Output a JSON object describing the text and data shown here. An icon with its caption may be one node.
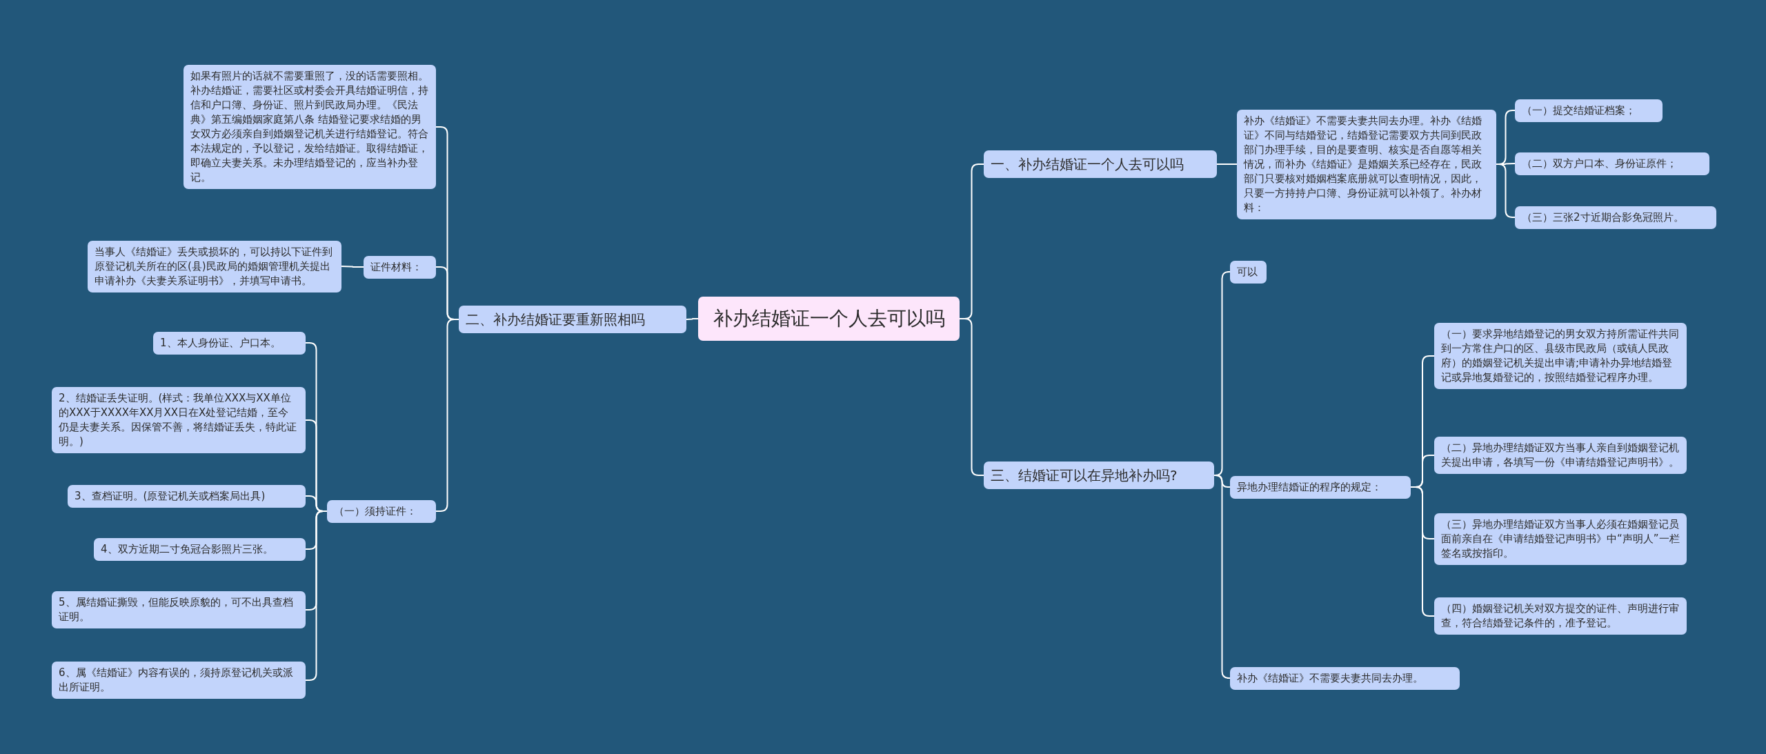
{
  "diagram": {
    "nodes": [
      {
        "text": [
          "补办结婚证一个人去可以吗"
        ]
      },
      {
        "text": [
          "一、补办结婚证一个人去可以吗"
        ]
      },
      {
        "text": [
          "补办《结婚证》不需要夫妻共同去办理。补办《结婚证》不同与结婚登记，结婚登记需要双方共同到民政部门办理手续，目的是要查明、核实是否自愿等相关情况，而补办《结婚证》是婚姻关系已经存在，民政部门只要核对婚姻档案底册就可以查明情况，因此，只要一方持持户口簿、身份证就可以补领了。补办材料："
        ]
      },
      {
        "text": [
          "（一）提交结婚证档案；"
        ]
      },
      {
        "text": [
          "（二）双方户口本、身份证原件；"
        ]
      },
      {
        "text": [
          "（三）三张2寸近期合影免冠照片。"
        ]
      },
      {
        "text": [
          "二、补办结婚证要重新照相吗"
        ]
      },
      {
        "text": [
          "证件材料："
        ]
      },
      {
        "text": [
          "如果有照片的话就不需要重照了，没的话需要照相。补办结婚证，需要社区或村委会开具结婚证明信，持信和户口簿、身份证、照片到民政局办理。《民法典》第五编婚姻家庭第八条 结婚登记要求结婚的男女双方必须亲自到婚姻登记机关进行结婚登记。符合本法规定的，予以登记，发给结婚证。取得结婚证，即确立夫妻关系。未办理结婚登记的，应当补办登记。"
        ]
      },
      {
        "text": [
          "当事人《结婚证》丢失或损坏的，可以持以下证件到原登记机关所在的区(县)民政局的婚姻管理机关提出申请补办《夫妻关系证明书》，并填写申请书。"
        ]
      },
      {
        "text": [
          "（一）须持证件："
        ]
      },
      {
        "text": [
          "1、本人身份证、户口本。"
        ]
      },
      {
        "text": [
          "2、结婚证丢失证明。(样式：我单位XXX与XX单位的XXX于XXXX年XX月XX日在X处登记结婚，至今仍是夫妻关系。因保管不善，将结婚证丢失，特此证明。)"
        ]
      },
      {
        "text": [
          "3、查档证明。(原登记机关或档案局出具)"
        ]
      },
      {
        "text": [
          "4、双方近期二寸免冠合影照片三张。"
        ]
      },
      {
        "text": [
          "5、属结婚证撕毁，但能反映原貌的，可不出具查档证明。"
        ]
      },
      {
        "text": [
          "6、属《结婚证》内容有误的，须持原登记机关或派出所证明。"
        ]
      },
      {
        "text": [
          "三、结婚证可以在异地补办吗?"
        ]
      },
      {
        "text": [
          "可以"
        ]
      },
      {
        "text": [
          "异地办理结婚证的程序的规定："
        ]
      },
      {
        "text": [
          "（一）要求异地结婚登记的男女双方持所需证件共同到一方常住户口的区、县级市民政局（或镇人民政府）的婚姻登记机关提出申请;申请补办异地结婚登记或异地复婚登记的，按照结婚登记程序办理。"
        ]
      },
      {
        "text": [
          "（二）异地办理结婚证双方当事人亲自到婚姻登记机关提出申请，各填写一份《申请结婚登记声明书》。"
        ]
      },
      {
        "text": [
          "（三）异地办理结婚证双方当事人必须在婚姻登记员面前亲自在《申请结婚登记声明书》中“声明人”一栏签名或按指印。"
        ]
      },
      {
        "text": [
          "（四）婚姻登记机关对双方提交的证件、声明进行审查，符合结婚登记条件的，准予登记。"
        ]
      },
      {
        "text": [
          "补办《结婚证》不需要夫妻共同去办理。"
        ]
      }
    ],
    "edges": [
      {
        "from": 0,
        "to": 1,
        "arrow": "none"
      },
      {
        "from": 1,
        "to": 2,
        "arrow": "none"
      },
      {
        "from": 2,
        "to": 3,
        "arrow": "none"
      },
      {
        "from": 2,
        "to": 4,
        "arrow": "none"
      },
      {
        "from": 2,
        "to": 5,
        "arrow": "none"
      },
      {
        "from": 0,
        "to": 6,
        "arrow": "none"
      },
      {
        "from": 6,
        "to": 7,
        "arrow": "none"
      },
      {
        "from": 6,
        "to": 8,
        "arrow": "none"
      },
      {
        "from": 7,
        "to": 9,
        "arrow": "none"
      },
      {
        "from": 6,
        "to": 10,
        "arrow": "none"
      },
      {
        "from": 10,
        "to": 11,
        "arrow": "none"
      },
      {
        "from": 10,
        "to": 12,
        "arrow": "none"
      },
      {
        "from": 10,
        "to": 13,
        "arrow": "none"
      },
      {
        "from": 10,
        "to": 14,
        "arrow": "none"
      },
      {
        "from": 10,
        "to": 15,
        "arrow": "none"
      },
      {
        "from": 10,
        "to": 16,
        "arrow": "none"
      },
      {
        "from": 0,
        "to": 17,
        "arrow": "none"
      },
      {
        "from": 17,
        "to": 18,
        "arrow": "none"
      },
      {
        "from": 17,
        "to": 19,
        "arrow": "none"
      },
      {
        "from": 19,
        "to": 20,
        "arrow": "none"
      },
      {
        "from": 19,
        "to": 21,
        "arrow": "none"
      },
      {
        "from": 19,
        "to": 22,
        "arrow": "none"
      },
      {
        "from": 19,
        "to": 23,
        "arrow": "none"
      },
      {
        "from": 17,
        "to": 24,
        "arrow": "none"
      }
    ]
  }
}
